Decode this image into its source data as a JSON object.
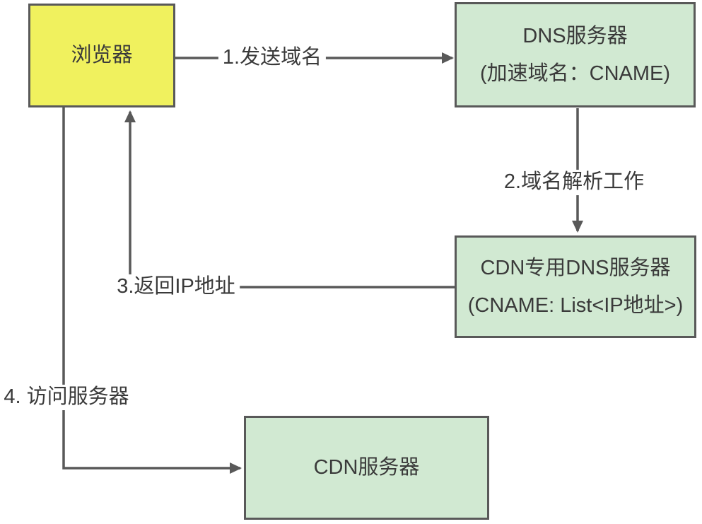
{
  "colors": {
    "background": "#ffffff",
    "node_border": "#595959",
    "connector": "#595959",
    "text": "#3a3a3a",
    "browser_fill": "#f0f15e",
    "server_fill": "#d1e9d2"
  },
  "nodes": {
    "browser": {
      "label": "浏览器"
    },
    "dns": {
      "line1": "DNS服务器",
      "line2": "(加速域名：CNAME)"
    },
    "cdn_dns": {
      "line1": "CDN专用DNS服务器",
      "line2": "(CNAME: List<IP地址>)"
    },
    "cdn_server": {
      "label": "CDN服务器"
    }
  },
  "edges": {
    "step1": {
      "label": "1.发送域名"
    },
    "step2": {
      "label": "2.域名解析工作"
    },
    "step3": {
      "label": "3.返回IP地址"
    },
    "step4": {
      "label": "4. 访问服务器"
    }
  }
}
